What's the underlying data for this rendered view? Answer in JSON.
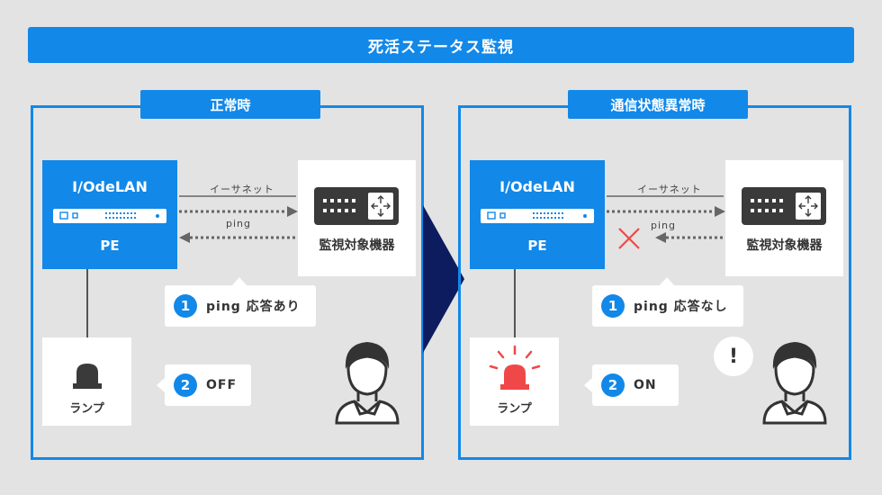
{
  "title": "死活ステータス監視",
  "left_panel": {
    "label": "正常時",
    "pe_name": "I/OdeLAN",
    "pe_sub": "PE",
    "edge_top": "イーサネット",
    "edge_ping": "ping",
    "monitor_label": "監視対象機器",
    "lamp_label": "ランプ",
    "step1_num": "1",
    "step1_text": "ping 応答あり",
    "step2_num": "2",
    "step2_text": "OFF"
  },
  "right_panel": {
    "label": "通信状態異常時",
    "pe_name": "I/OdeLAN",
    "pe_sub": "PE",
    "edge_top": "イーサネット",
    "edge_ping": "ping",
    "monitor_label": "監視対象機器",
    "lamp_label": "ランプ",
    "step1_num": "1",
    "step1_text": "ping 応答なし",
    "step2_num": "2",
    "step2_text": "ON",
    "alert_mark": "!"
  },
  "colors": {
    "accent": "#1288e8",
    "background": "#e3e3e3",
    "arrow": "#0c1c5e",
    "device_dark": "#3a3a3a",
    "alert_red": "#f04848"
  }
}
